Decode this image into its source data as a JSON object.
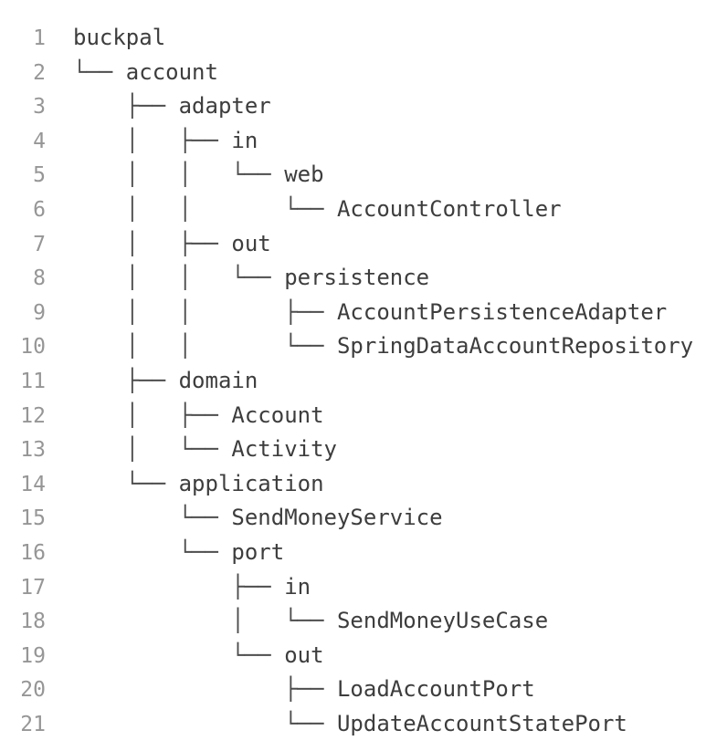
{
  "page": {
    "background_color": "#ffffff",
    "kind": "code-listing-figure"
  },
  "colors": {
    "line_number": "#969696",
    "branch_glyph": "#4d4d4d",
    "node_label": "#3d3d3d"
  },
  "tree": {
    "root": "buckpal",
    "rows": [
      {
        "num": "1",
        "prefix": "",
        "label": "buckpal"
      },
      {
        "num": "2",
        "prefix": "└── ",
        "label": "account"
      },
      {
        "num": "3",
        "prefix": "    ├── ",
        "label": "adapter"
      },
      {
        "num": "4",
        "prefix": "    │   ├── ",
        "label": "in"
      },
      {
        "num": "5",
        "prefix": "    │   │   └── ",
        "label": "web"
      },
      {
        "num": "6",
        "prefix": "    │   │       └── ",
        "label": "AccountController"
      },
      {
        "num": "7",
        "prefix": "    │   ├── ",
        "label": "out"
      },
      {
        "num": "8",
        "prefix": "    │   │   └── ",
        "label": "persistence"
      },
      {
        "num": "9",
        "prefix": "    │   │       ├── ",
        "label": "AccountPersistenceAdapter"
      },
      {
        "num": "10",
        "prefix": "    │   │       └── ",
        "label": "SpringDataAccountRepository"
      },
      {
        "num": "11",
        "prefix": "    ├── ",
        "label": "domain"
      },
      {
        "num": "12",
        "prefix": "    │   ├── ",
        "label": "Account"
      },
      {
        "num": "13",
        "prefix": "    │   └── ",
        "label": "Activity"
      },
      {
        "num": "14",
        "prefix": "    └── ",
        "label": "application"
      },
      {
        "num": "15",
        "prefix": "        └── ",
        "label": "SendMoneyService"
      },
      {
        "num": "16",
        "prefix": "        └── ",
        "label": "port"
      },
      {
        "num": "17",
        "prefix": "            ├── ",
        "label": "in"
      },
      {
        "num": "18",
        "prefix": "            │   └── ",
        "label": "SendMoneyUseCase"
      },
      {
        "num": "19",
        "prefix": "            └── ",
        "label": "out"
      },
      {
        "num": "20",
        "prefix": "                ├── ",
        "label": "LoadAccountPort"
      },
      {
        "num": "21",
        "prefix": "                └── ",
        "label": "UpdateAccountStatePort"
      }
    ]
  }
}
